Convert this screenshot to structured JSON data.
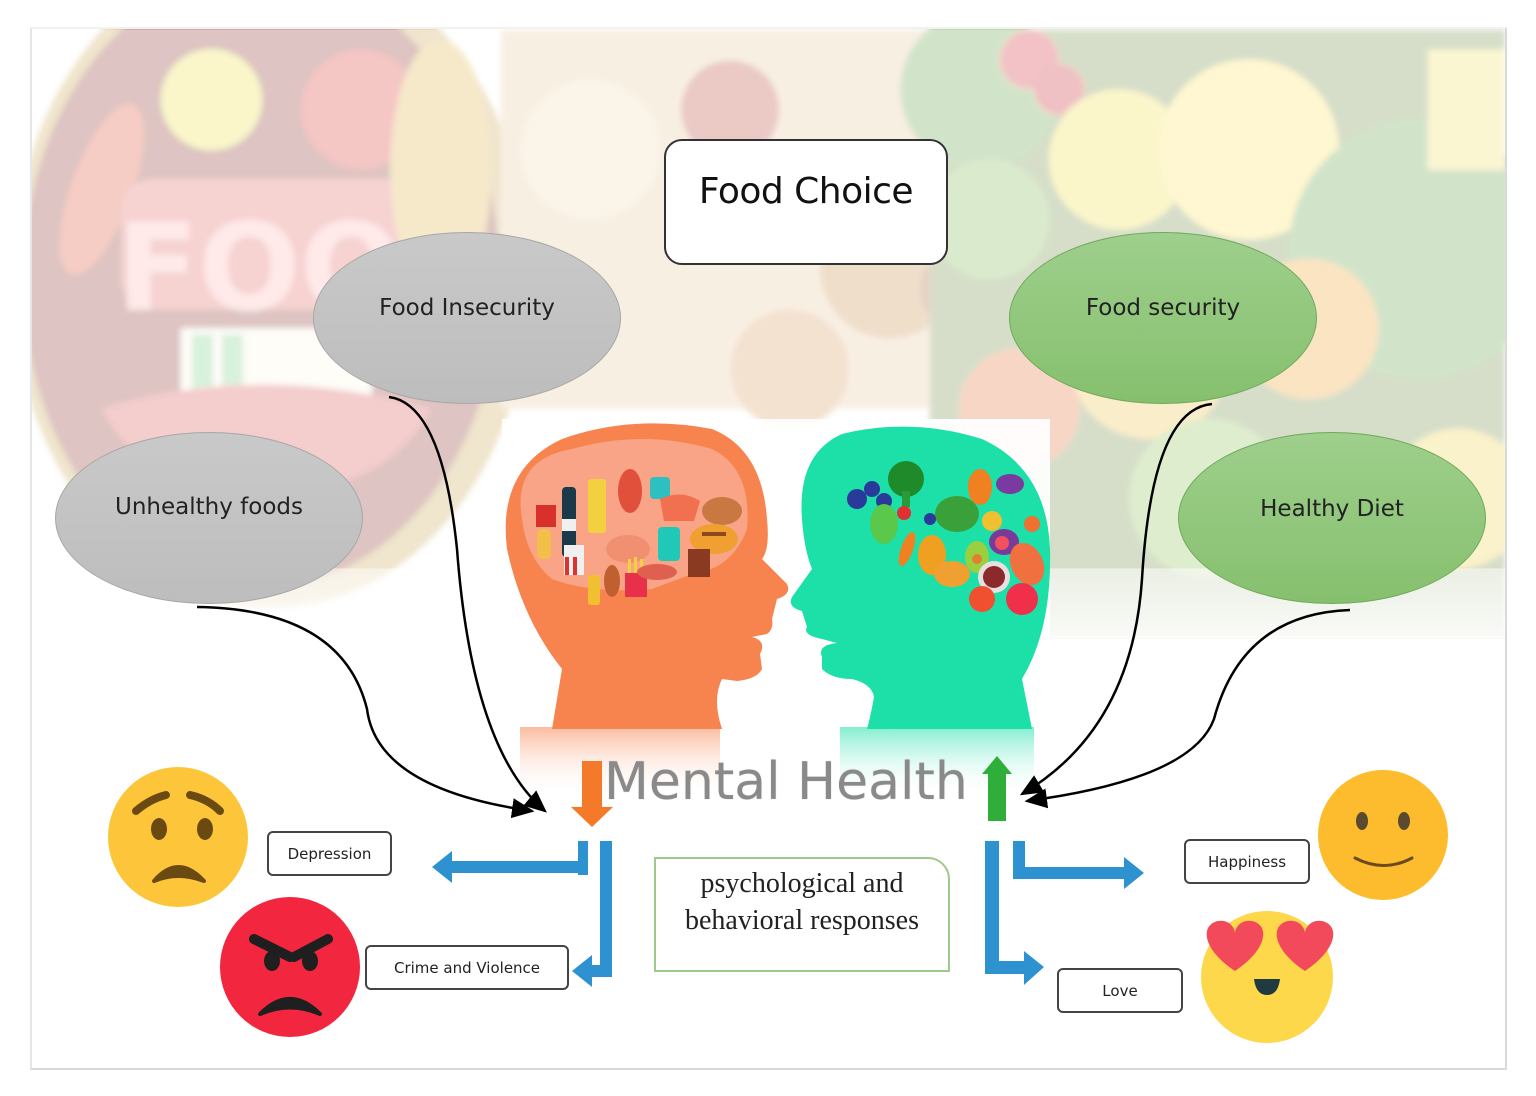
{
  "diagram": {
    "title": "Food Choice",
    "negative_factors": [
      {
        "label": "Food Insecurity"
      },
      {
        "label": "Unhealthy foods"
      }
    ],
    "positive_factors": [
      {
        "label": "Food security"
      },
      {
        "label": "Healthy Diet"
      }
    ],
    "center_label": "Mental Health",
    "center_subtitle": "psychological and behavioral responses",
    "center_subtitle_lines": [
      "psychological and",
      "behavioral responses"
    ],
    "negative_outcomes": [
      {
        "label": "Depression",
        "emoji": "worried-face-icon"
      },
      {
        "label": "Crime and Violence",
        "emoji": "angry-face-icon"
      }
    ],
    "positive_outcomes": [
      {
        "label": "Happiness",
        "emoji": "smiling-face-icon"
      },
      {
        "label": "Love",
        "emoji": "heart-eyes-face-icon"
      }
    ],
    "indicators": {
      "decrease": "down-arrow-icon",
      "increase": "up-arrow-icon"
    }
  },
  "colors": {
    "negative_ellipse": "#c4c4c4",
    "positive_ellipse": "#92c77c",
    "unhealthy_head": "#f7844f",
    "healthy_head": "#1ddfa8",
    "decrease_arrow": "#f47a2a",
    "increase_arrow": "#2fae3a",
    "flow_arrow": "#2e92d1",
    "angry_face": "#f2263f",
    "emoji_yellow": "#fdc63a"
  }
}
